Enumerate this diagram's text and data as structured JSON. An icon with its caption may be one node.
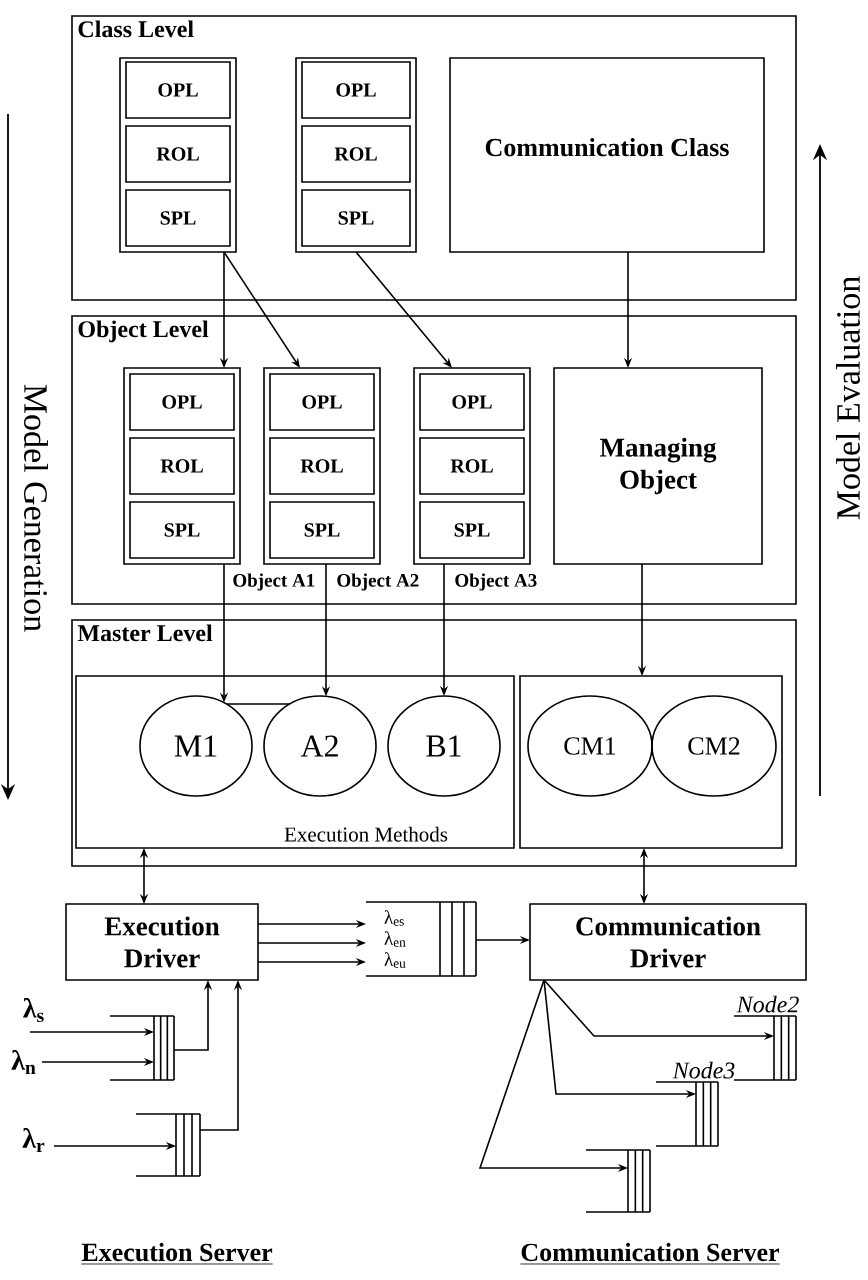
{
  "diagram": {
    "nodes": [
      {
        "text": [
          "Class Level"
        ]
      },
      {
        "text": [],
        "shape": "box",
        "in": 0
      },
      {
        "text": [
          "OPL"
        ],
        "in": 1
      },
      {
        "text": [
          "ROL"
        ],
        "in": 1
      },
      {
        "text": [
          "SPL"
        ],
        "in": 1
      },
      {
        "text": [],
        "shape": "box",
        "in": 0
      },
      {
        "text": [
          "OPL"
        ],
        "in": 5
      },
      {
        "text": [
          "ROL"
        ],
        "in": 5
      },
      {
        "text": [
          "SPL"
        ],
        "in": 5
      },
      {
        "text": [
          "Communication Class"
        ],
        "in": 0
      },
      {
        "text": [
          "Object Level"
        ]
      },
      {
        "text": [],
        "shape": "box",
        "in": 10,
        "beside": [
          "Object A1"
        ]
      },
      {
        "text": [
          "OPL"
        ],
        "in": 11
      },
      {
        "text": [
          "ROL"
        ],
        "in": 11
      },
      {
        "text": [
          "SPL"
        ],
        "in": 11
      },
      {
        "text": [],
        "shape": "box",
        "in": 10,
        "beside": [
          "Object A2"
        ]
      },
      {
        "text": [
          "OPL"
        ],
        "in": 15
      },
      {
        "text": [
          "ROL"
        ],
        "in": 15
      },
      {
        "text": [
          "SPL"
        ],
        "in": 15
      },
      {
        "text": [],
        "shape": "box",
        "in": 10,
        "beside": [
          "Object A3"
        ]
      },
      {
        "text": [
          "OPL"
        ],
        "in": 19
      },
      {
        "text": [
          "ROL"
        ],
        "in": 19
      },
      {
        "text": [
          "SPL"
        ],
        "in": 19
      },
      {
        "text": [
          "Managing Object"
        ],
        "in": 10
      },
      {
        "text": [
          "Master Level"
        ]
      },
      {
        "text": [
          "Execution Methods"
        ],
        "in": 24
      },
      {
        "text": [
          "M1"
        ],
        "in": 25
      },
      {
        "text": [
          "A2"
        ],
        "in": 25
      },
      {
        "text": [
          "B1"
        ],
        "in": 25
      },
      {
        "text": [],
        "shape": "box",
        "in": 24
      },
      {
        "text": [
          "CM1"
        ],
        "in": 29
      },
      {
        "text": [
          "CM2"
        ],
        "in": 29
      },
      {
        "text": [
          "Execution Driver"
        ]
      },
      {
        "text": [
          "λ$_{es}$",
          "λ$_{en}$",
          "λ$_{eu}$"
        ]
      },
      {
        "text": [
          "Communication Driver"
        ]
      },
      {
        "text": [
          "λ$_{s}$"
        ]
      },
      {
        "text": [
          "λ$_{n}$"
        ]
      },
      {
        "text": [],
        "shape": "queue"
      },
      {
        "text": [
          "λ$_{r}$"
        ]
      },
      {
        "text": [],
        "shape": "queue"
      },
      {
        "text": [],
        "shape": "queue",
        "beside": [
          "Node2"
        ]
      },
      {
        "text": [],
        "shape": "queue",
        "beside": [
          "Node3"
        ]
      },
      {
        "text": [],
        "shape": "queue"
      }
    ],
    "edges": [
      {
        "from": 1,
        "to": 11,
        "arrow": "to"
      },
      {
        "from": 1,
        "to": 15,
        "arrow": "to"
      },
      {
        "from": 5,
        "to": 19,
        "arrow": "to"
      },
      {
        "from": 9,
        "to": 23,
        "arrow": "to"
      },
      {
        "from": 11,
        "to": 26,
        "arrow": "to"
      },
      {
        "from": 15,
        "to": 27,
        "arrow": "to"
      },
      {
        "from": 19,
        "to": 28,
        "arrow": "to"
      },
      {
        "from": 23,
        "to": 29,
        "arrow": "to"
      },
      {
        "from": 27,
        "to": 26,
        "arrow": "none"
      },
      {
        "from": 25,
        "to": 32,
        "arrow": "both"
      },
      {
        "from": 29,
        "to": 34,
        "arrow": "both"
      },
      {
        "from": 32,
        "to": 33,
        "arrow": "to"
      },
      {
        "from": 32,
        "to": 33,
        "arrow": "to"
      },
      {
        "from": 32,
        "to": 33,
        "arrow": "to"
      },
      {
        "from": 33,
        "to": 34,
        "arrow": "to"
      },
      {
        "from": 35,
        "to": 37,
        "arrow": "to"
      },
      {
        "from": 36,
        "to": 37,
        "arrow": "to"
      },
      {
        "from": 37,
        "to": 32,
        "arrow": "to"
      },
      {
        "from": 38,
        "to": 39,
        "arrow": "to"
      },
      {
        "from": 39,
        "to": 32,
        "arrow": "to"
      },
      {
        "from": 34,
        "to": 40,
        "arrow": "to"
      },
      {
        "from": 34,
        "to": 41,
        "arrow": "to"
      },
      {
        "from": 34,
        "to": 42,
        "arrow": "to"
      }
    ],
    "labels": [
      "Model Generation",
      "Model Evaluation",
      "Execution Server",
      "Communication Server"
    ]
  }
}
